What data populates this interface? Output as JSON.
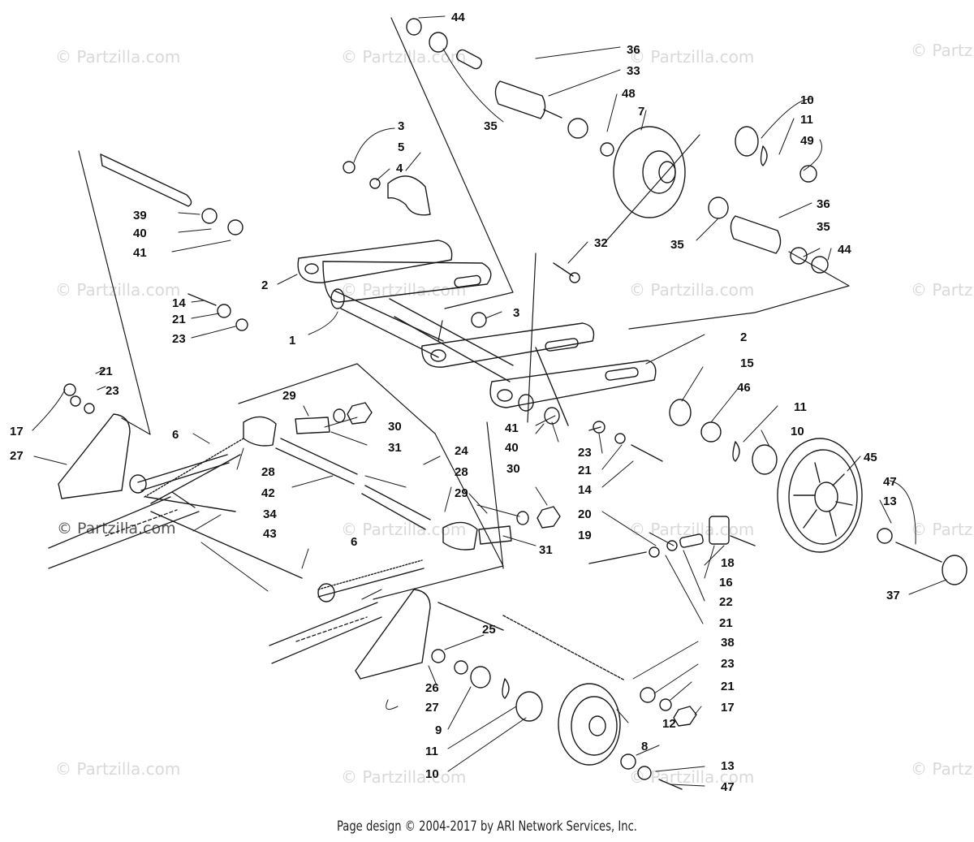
{
  "watermark": {
    "text": "© Partzilla.com",
    "prominent_text": "© Partzilla.com"
  },
  "footer": {
    "copyright": "Page design © 2004-2017 by ARI Network Services, Inc."
  },
  "callouts": [
    "1",
    "2",
    "2",
    "3",
    "3",
    "4",
    "5",
    "6",
    "6",
    "7",
    "8",
    "9",
    "10",
    "10",
    "10",
    "11",
    "11",
    "11",
    "12",
    "13",
    "13",
    "14",
    "14",
    "15",
    "16",
    "17",
    "17",
    "18",
    "19",
    "20",
    "21",
    "21",
    "21",
    "21",
    "21",
    "22",
    "23",
    "23",
    "23",
    "23",
    "24",
    "25",
    "26",
    "27",
    "27",
    "28",
    "28",
    "29",
    "29",
    "30",
    "30",
    "31",
    "31",
    "32",
    "33",
    "34",
    "35",
    "35",
    "35",
    "36",
    "36",
    "37",
    "38",
    "39",
    "40",
    "40",
    "41",
    "41",
    "42",
    "43",
    "44",
    "44",
    "45",
    "46",
    "47",
    "47",
    "48",
    "49"
  ],
  "colors": {
    "line": "#1a1a1a",
    "watermark": "#d9d9d9",
    "background": "#ffffff"
  }
}
